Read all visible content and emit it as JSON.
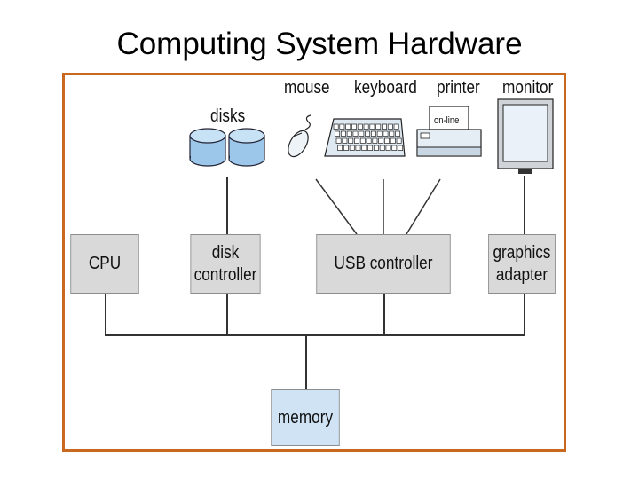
{
  "title": "Computing System Hardware",
  "devices": {
    "disks": "disks",
    "mouse": "mouse",
    "keyboard": "keyboard",
    "printer": "printer",
    "printer_panel": "on-line",
    "monitor": "monitor"
  },
  "components": {
    "cpu": "CPU",
    "disk_controller": [
      "disk",
      "controller"
    ],
    "usb_controller": "USB controller",
    "graphics_adapter": [
      "graphics",
      "adapter"
    ],
    "memory": "memory"
  },
  "colors": {
    "frame": "#c8691f",
    "component_fill": "#d9d9d9",
    "memory_fill": "#cfe3f5",
    "disk_fill": "#9cc6ea"
  }
}
